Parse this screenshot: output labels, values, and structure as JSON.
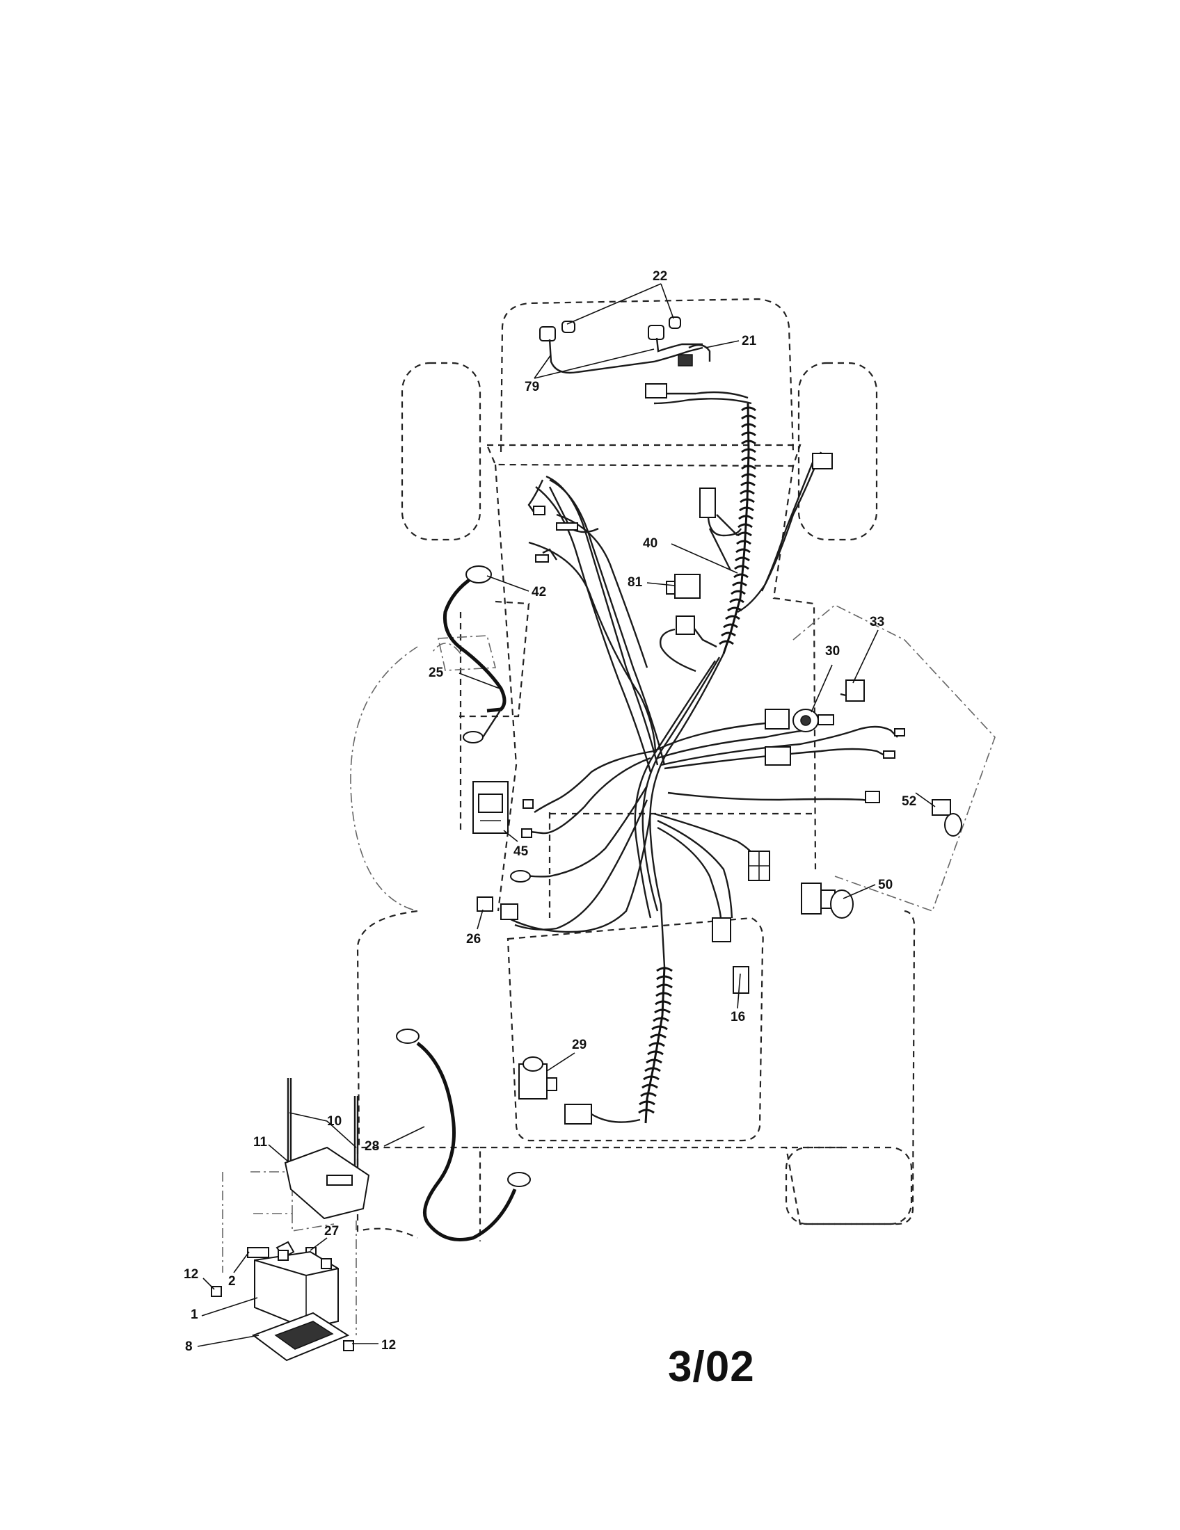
{
  "callouts": [
    {
      "id": "22",
      "label": "22"
    },
    {
      "id": "21",
      "label": "21"
    },
    {
      "id": "79",
      "label": "79"
    },
    {
      "id": "40",
      "label": "40"
    },
    {
      "id": "81",
      "label": "81"
    },
    {
      "id": "42",
      "label": "42"
    },
    {
      "id": "25",
      "label": "25"
    },
    {
      "id": "33",
      "label": "33"
    },
    {
      "id": "30",
      "label": "30"
    },
    {
      "id": "52",
      "label": "52"
    },
    {
      "id": "45",
      "label": "45"
    },
    {
      "id": "50",
      "label": "50"
    },
    {
      "id": "26",
      "label": "26"
    },
    {
      "id": "16",
      "label": "16"
    },
    {
      "id": "29",
      "label": "29"
    },
    {
      "id": "10",
      "label": "10"
    },
    {
      "id": "11",
      "label": "11"
    },
    {
      "id": "28",
      "label": "28"
    },
    {
      "id": "27",
      "label": "27"
    },
    {
      "id": "12a",
      "label": "12"
    },
    {
      "id": "2",
      "label": "2"
    },
    {
      "id": "1",
      "label": "1"
    },
    {
      "id": "8",
      "label": "8"
    },
    {
      "id": "12b",
      "label": "12"
    }
  ],
  "date_code": "3/02"
}
